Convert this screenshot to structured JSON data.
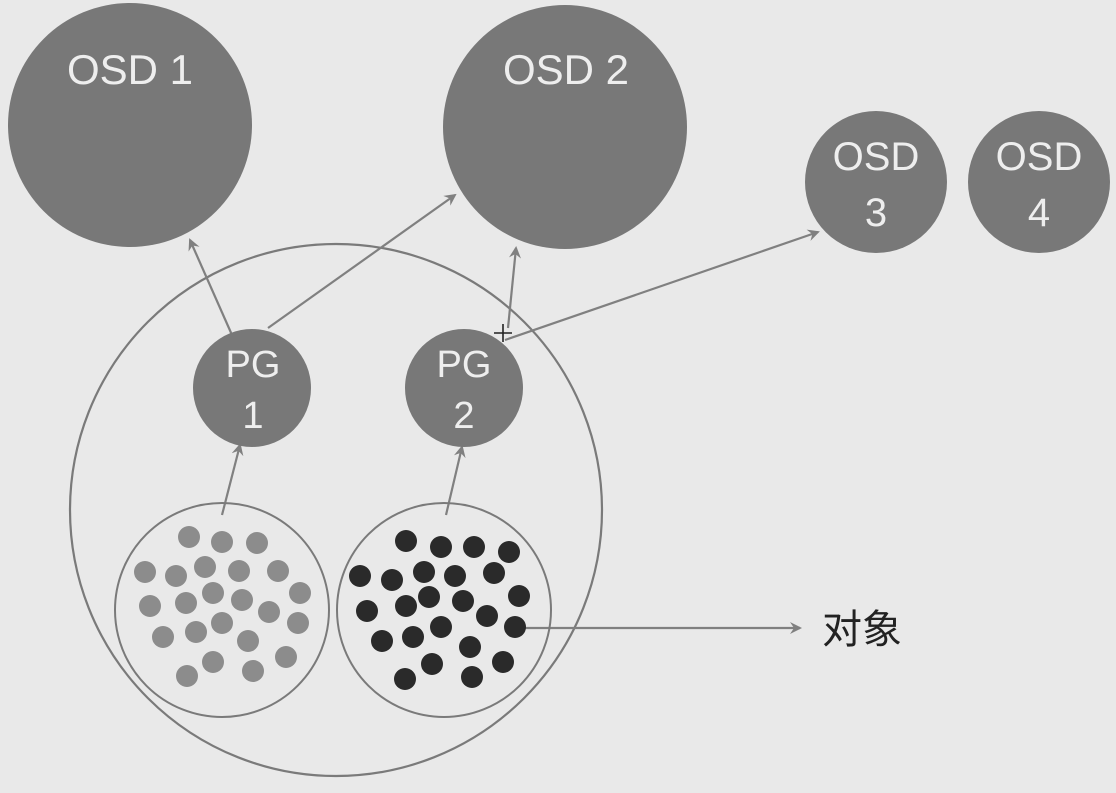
{
  "colors": {
    "background": "#e9e9e9",
    "node_fill": "#787878",
    "node_text": "#eeeeee",
    "line": "#808080",
    "light_dot": "#8c8c8c",
    "dark_dot": "#2a2a2a",
    "label_text": "#222222"
  },
  "osd_nodes": [
    {
      "id": "osd1",
      "lines": [
        "OSD 1"
      ]
    },
    {
      "id": "osd2",
      "lines": [
        "OSD 2"
      ]
    },
    {
      "id": "osd3",
      "lines": [
        "OSD",
        "3"
      ]
    },
    {
      "id": "osd4",
      "lines": [
        "OSD",
        "4"
      ]
    }
  ],
  "pg_nodes": [
    {
      "id": "pg1",
      "lines": [
        "PG",
        "1"
      ]
    },
    {
      "id": "pg2",
      "lines": [
        "PG",
        "2"
      ]
    }
  ],
  "object_groups": [
    {
      "id": "objects-pg1",
      "dot_style": "light"
    },
    {
      "id": "objects-pg2",
      "dot_style": "dark"
    }
  ],
  "object_label": "对象",
  "edges": [
    {
      "from": "pg1",
      "to": "osd1"
    },
    {
      "from": "pg1",
      "to": "osd2"
    },
    {
      "from": "pg2",
      "to": "osd2"
    },
    {
      "from": "pg2",
      "to": "osd3"
    },
    {
      "from": "objects-pg1",
      "to": "pg1"
    },
    {
      "from": "objects-pg2",
      "to": "pg2"
    },
    {
      "from": "objects-pg2",
      "to": "object-label"
    }
  ]
}
